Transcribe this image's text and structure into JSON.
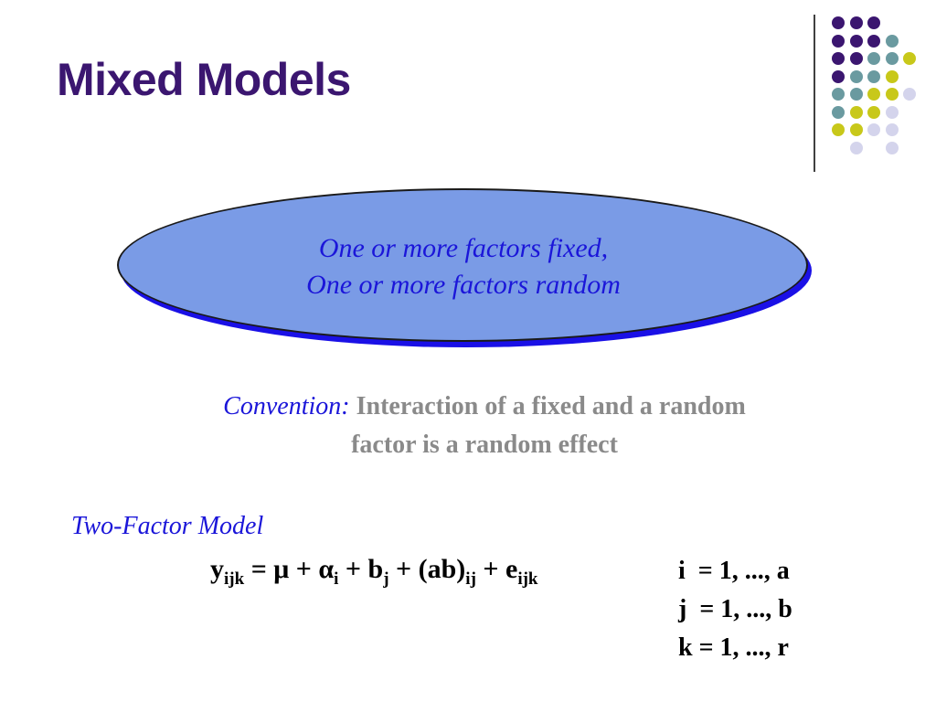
{
  "title": "Mixed Models",
  "colors": {
    "title": "#3b1670",
    "accent_blue": "#1b16d9",
    "ellipse_fill": "#7a9be6",
    "ellipse_shadow": "#1a10e6",
    "gray_text": "#8a8a8a",
    "dot_purple": "#3b1670",
    "dot_teal": "#6a9aa0",
    "dot_yellow": "#c8c81a",
    "dot_lavender": "#d4d4ec"
  },
  "ellipse": {
    "line1": "One or more factors fixed,",
    "line2": "One or more factors random"
  },
  "convention": {
    "lead": "Convention:",
    "text_line1": " Interaction of a fixed and a random",
    "text_line2": "factor is a random effect"
  },
  "model": {
    "label": "Two-Factor Model",
    "y": "y",
    "y_sub": "ijk",
    "eq1": " = μ + α",
    "alpha_sub": "i",
    "eq2": " + b",
    "b_sub": "j",
    "eq3": " + (ab)",
    "ab_sub": "ij",
    "eq4": " + e",
    "e_sub": "ijk",
    "ranges": [
      "i  = 1, ..., a",
      "j  = 1, ..., b",
      "k = 1, ..., r"
    ]
  }
}
